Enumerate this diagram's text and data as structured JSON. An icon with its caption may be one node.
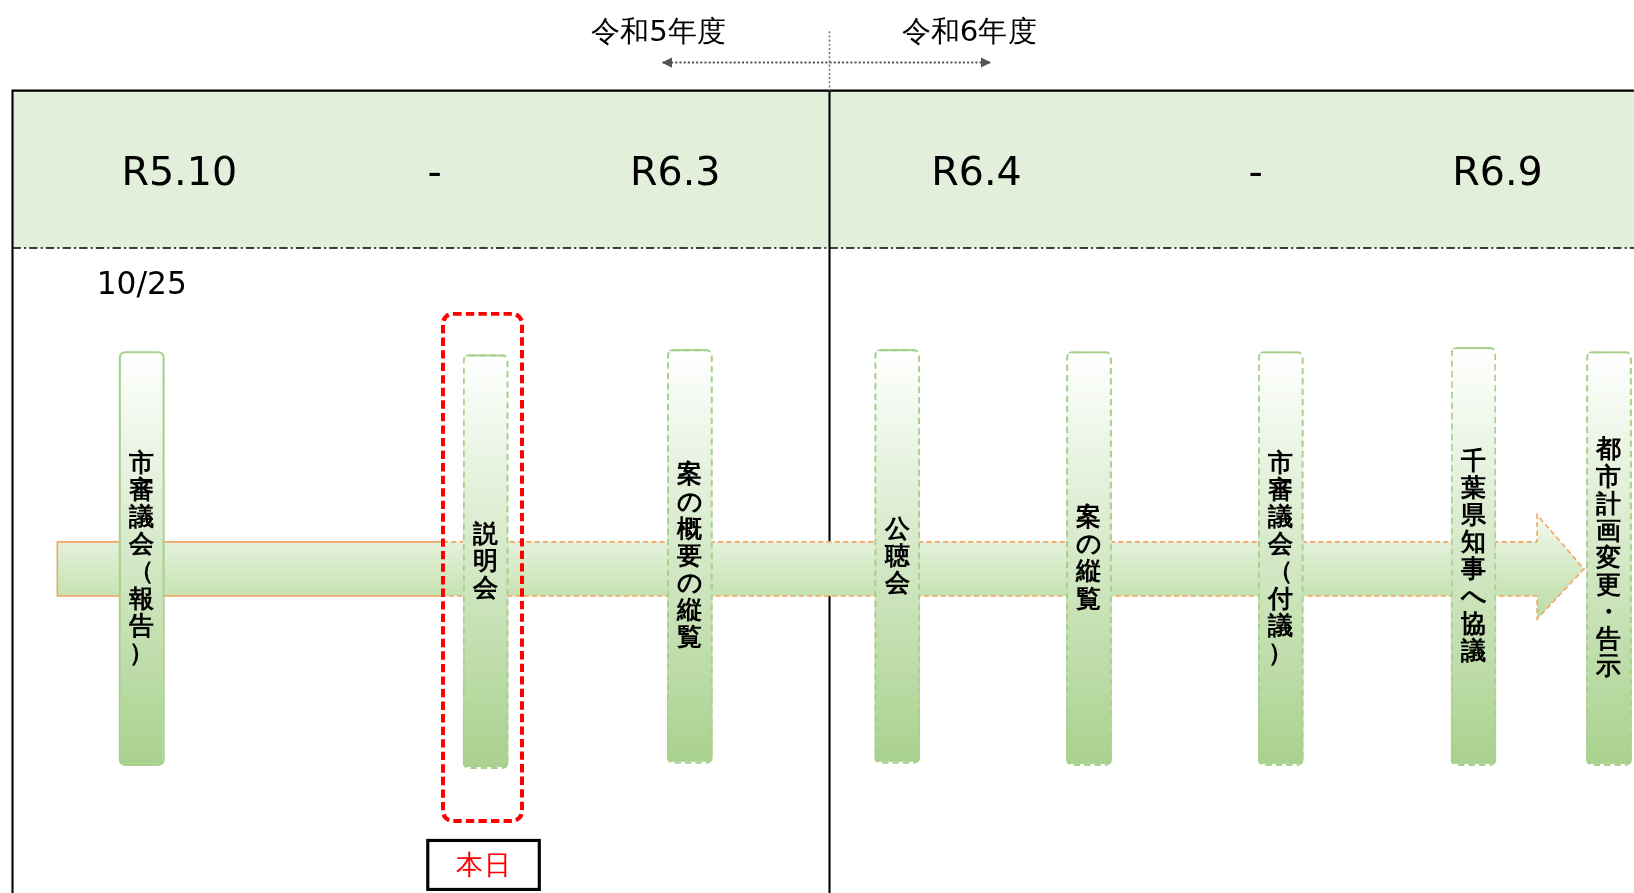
{
  "diagram": {
    "nodes": [
      {
        "text": [
          "市審議会（報告）"
        ]
      },
      {
        "text": [],
        "shape": "box"
      },
      {
        "text": [
          "説明会"
        ],
        "in": 1
      },
      {
        "text": [
          "案の概要の縦覧"
        ]
      },
      {
        "text": [
          "公聴会"
        ]
      },
      {
        "text": [
          "案の縦覧"
        ]
      },
      {
        "text": [
          "市審議会（付議）"
        ]
      },
      {
        "text": [
          "千葉県知事へ協議"
        ]
      },
      {
        "text": [
          "都市計画変更・告示"
        ]
      },
      {
        "text": [
          "本日"
        ]
      }
    ],
    "edges": [],
    "labels": [
      "令和5年度",
      "令和6年度",
      "R5.10",
      "-",
      "R6.3",
      "R6.4",
      "-",
      "R6.9",
      "10/25"
    ]
  }
}
